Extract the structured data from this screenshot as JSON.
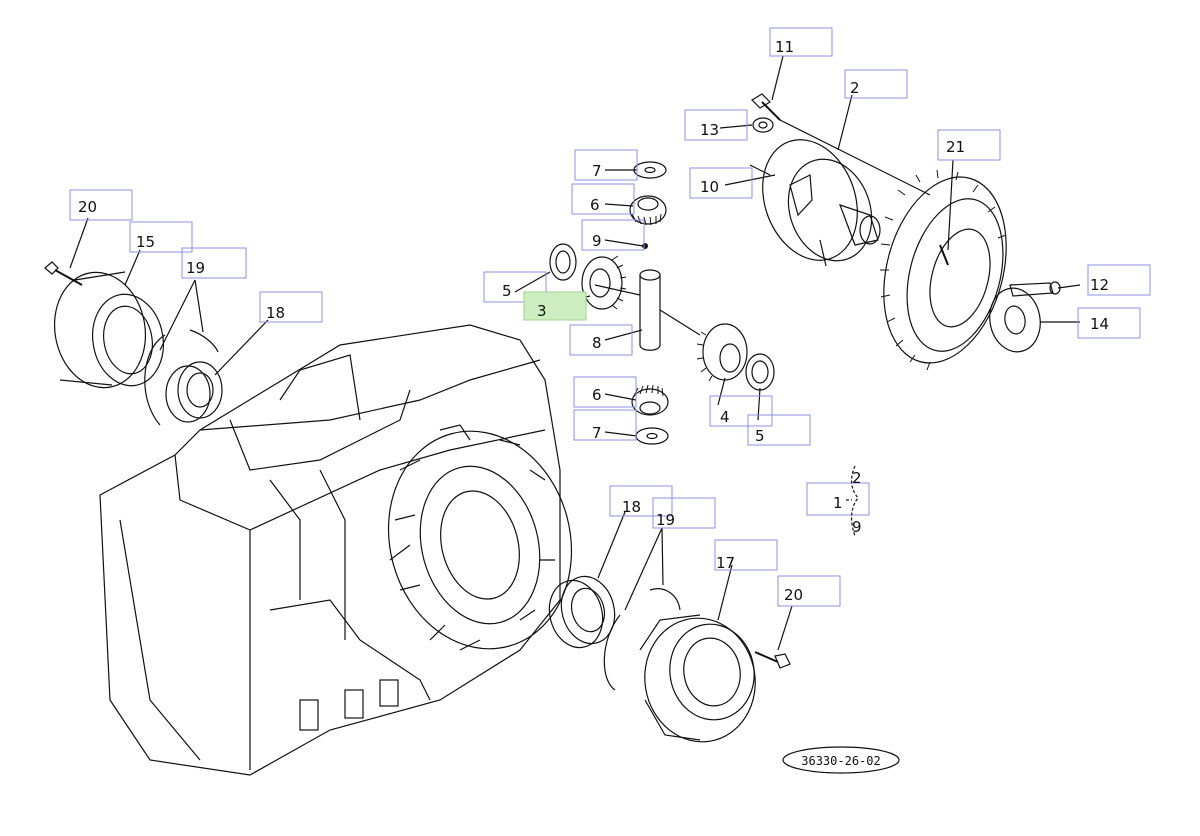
{
  "title": "",
  "callouts": [
    {
      "id": "c-11",
      "label": "11",
      "active": false
    },
    {
      "id": "c-2",
      "label": "2",
      "active": false
    },
    {
      "id": "c-13",
      "label": "13",
      "active": false
    },
    {
      "id": "c-21",
      "label": "21",
      "active": false
    },
    {
      "id": "c-10",
      "label": "10",
      "active": false
    },
    {
      "id": "c-7a",
      "label": "7",
      "active": false
    },
    {
      "id": "c-6a",
      "label": "6",
      "active": false
    },
    {
      "id": "c-9",
      "label": "9",
      "active": false
    },
    {
      "id": "c-20a",
      "label": "20",
      "active": false
    },
    {
      "id": "c-15",
      "label": "15",
      "active": false
    },
    {
      "id": "c-19a",
      "label": "19",
      "active": false
    },
    {
      "id": "c-5a",
      "label": "5",
      "active": false
    },
    {
      "id": "c-3",
      "label": "3",
      "active": true
    },
    {
      "id": "c-12",
      "label": "12",
      "active": false
    },
    {
      "id": "c-14",
      "label": "14",
      "active": false
    },
    {
      "id": "c-18a",
      "label": "18",
      "active": false
    },
    {
      "id": "c-8",
      "label": "8",
      "active": false
    },
    {
      "id": "c-6b",
      "label": "6",
      "active": false
    },
    {
      "id": "c-4",
      "label": "4",
      "active": false
    },
    {
      "id": "c-7b",
      "label": "7",
      "active": false
    },
    {
      "id": "c-5b",
      "label": "5",
      "active": false
    },
    {
      "id": "c-18b",
      "label": "18",
      "active": false
    },
    {
      "id": "c-19b",
      "label": "19",
      "active": false
    },
    {
      "id": "c-1",
      "label": "1",
      "active": false
    },
    {
      "id": "c-17",
      "label": "17",
      "active": false
    },
    {
      "id": "c-20b",
      "label": "20",
      "active": false
    }
  ],
  "assembly_bracket": {
    "top": "2",
    "bottom": "9"
  },
  "reference_code": "36330-26-02"
}
